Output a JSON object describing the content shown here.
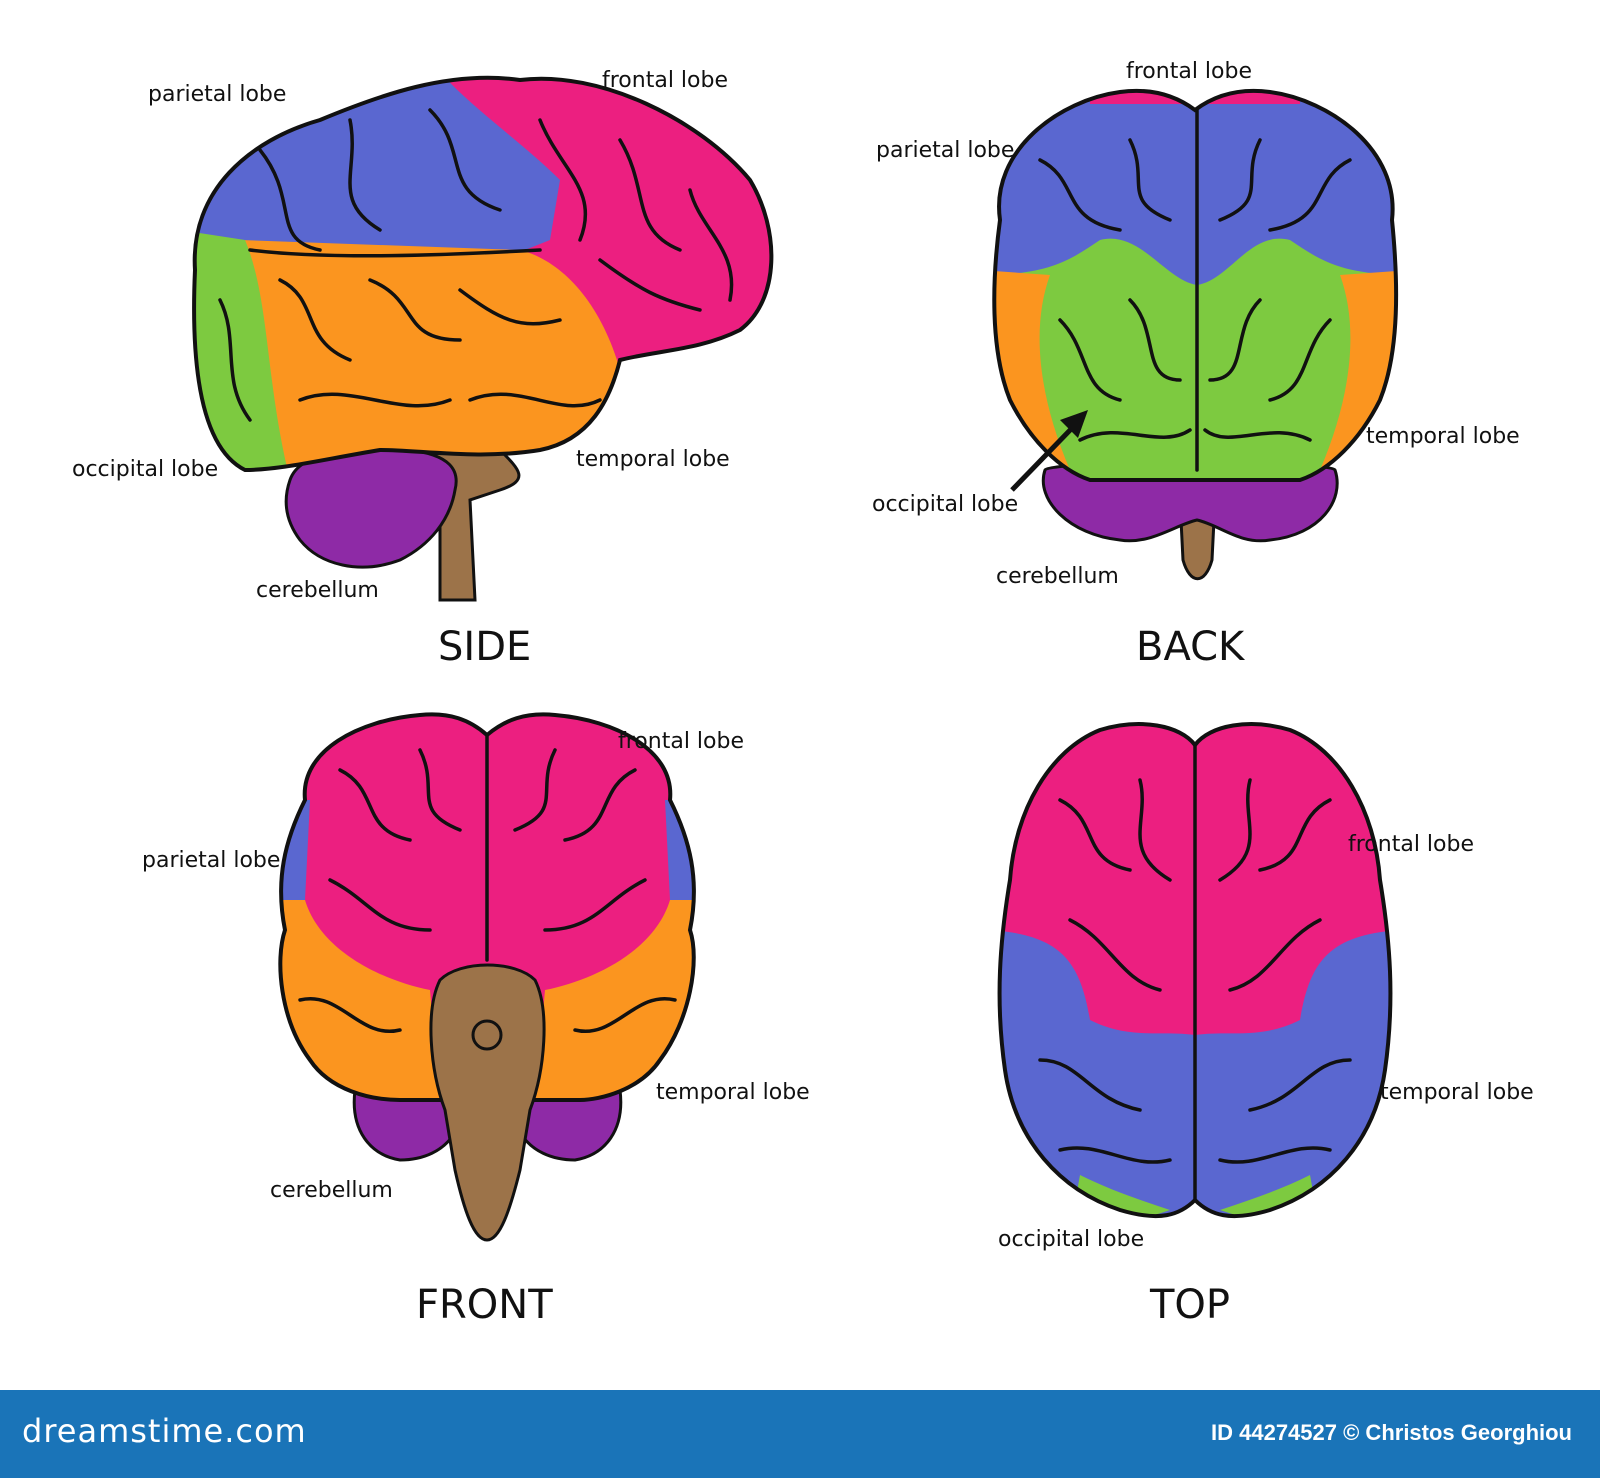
{
  "colors": {
    "frontal": "#ec1f80",
    "parietal": "#5a67d0",
    "temporal": "#fb951f",
    "occipital": "#7dca40",
    "cerebellum": "#8e2aa6",
    "stem": "#9c7349",
    "outline": "#111111",
    "footer": "#1a74b8"
  },
  "side": {
    "title": "SIDE",
    "labels": {
      "parietal": "parietal lobe",
      "frontal": "frontal lobe",
      "occipital": "occipital lobe",
      "temporal": "temporal lobe",
      "cerebellum": "cerebellum"
    }
  },
  "back": {
    "title": "BACK",
    "labels": {
      "frontal": "frontal lobe",
      "parietal": "parietal lobe",
      "temporal": "temporal lobe",
      "occipital": "occipital lobe",
      "cerebellum": "cerebellum"
    }
  },
  "front": {
    "title": "FRONT",
    "labels": {
      "frontal": "frontal lobe",
      "parietal": "parietal lobe",
      "temporal": "temporal lobe",
      "cerebellum": "cerebellum"
    }
  },
  "top": {
    "title": "TOP",
    "labels": {
      "frontal": "frontal lobe",
      "temporal": "temporal lobe",
      "occipital": "occipital lobe"
    }
  },
  "footer": {
    "brand": "dreamstime.com",
    "credit": "ID 44274527 © Christos Georghiou"
  }
}
